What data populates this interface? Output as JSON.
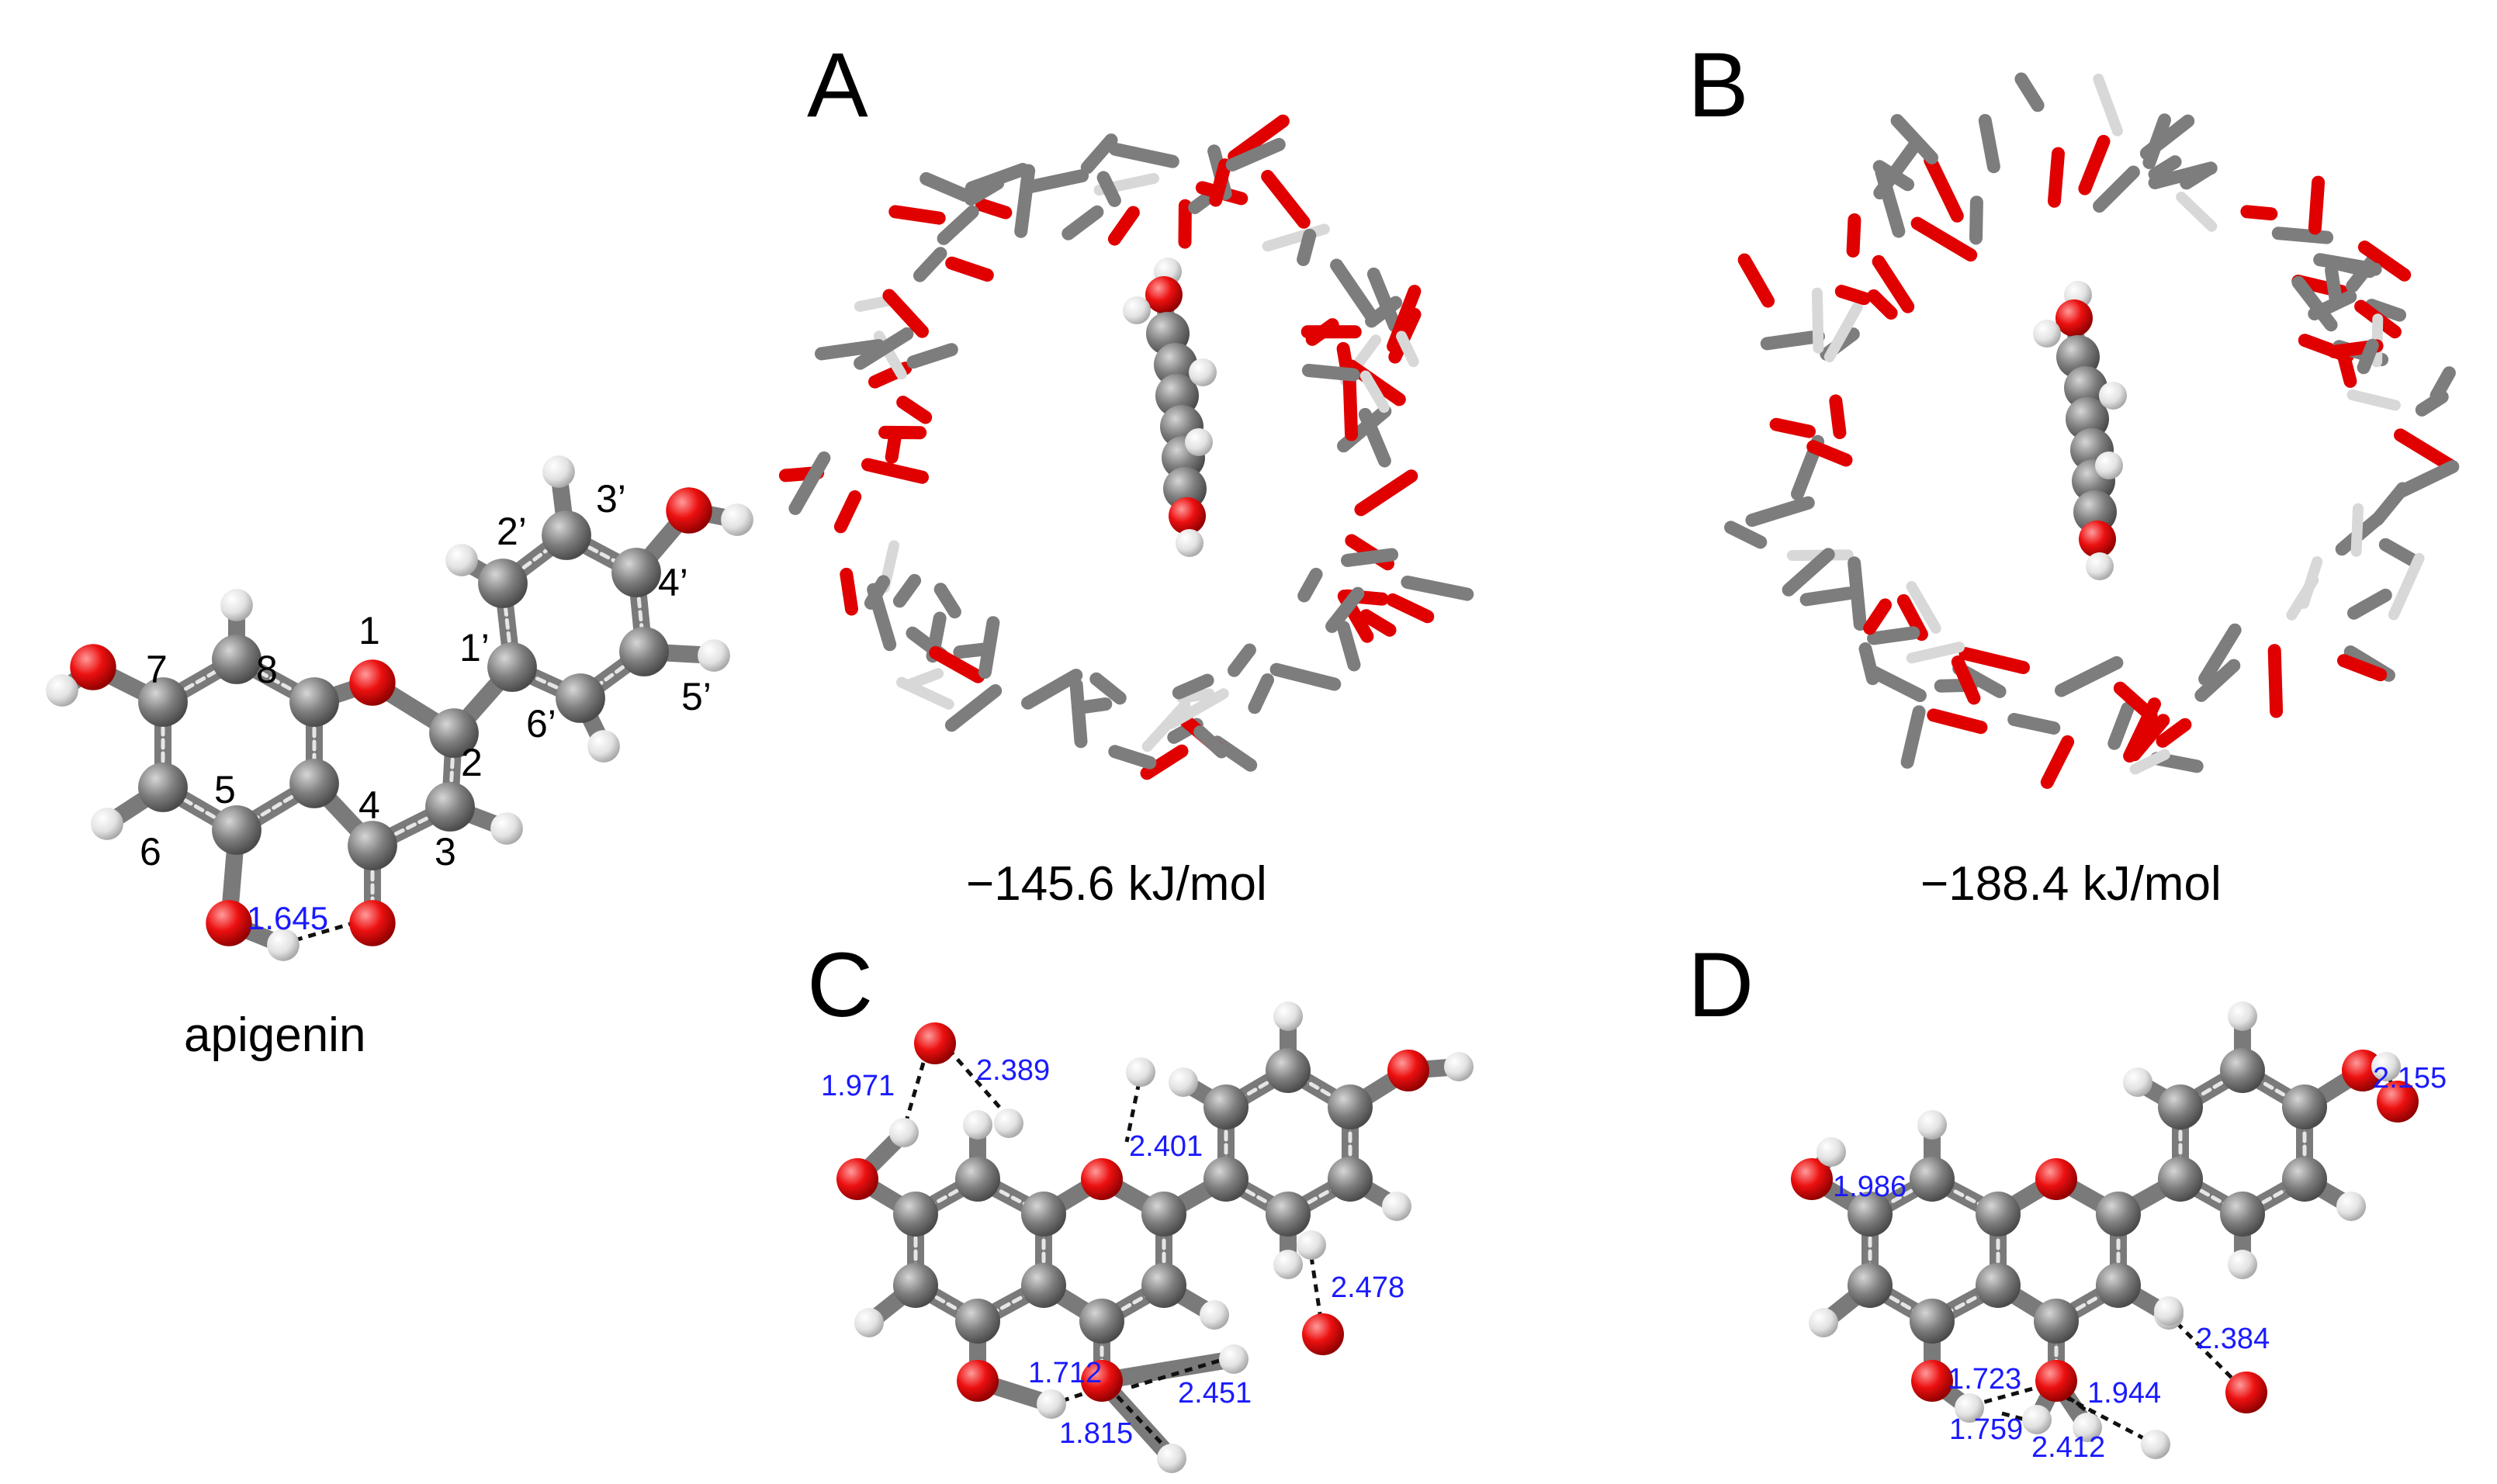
{
  "molecule_name": "apigenin",
  "atom_labels": {
    "n1": "1",
    "n2": "2",
    "n3": "3",
    "n4": "4",
    "n5": "5",
    "n6": "6",
    "n7": "7",
    "n8": "8",
    "n1p": "1’",
    "n2p": "2’",
    "n3p": "3’",
    "n4p": "4’",
    "n5p": "5’",
    "n6p": "6’"
  },
  "apigenin_hbond": "1.645",
  "panels": {
    "A": {
      "letter": "A",
      "energy": "−145.6 kJ/mol"
    },
    "B": {
      "letter": "B",
      "energy": "−188.4 kJ/mol"
    },
    "C": {
      "letter": "C",
      "distances": [
        "1.971",
        "2.389",
        "2.401",
        "2.478",
        "1.712",
        "2.451",
        "1.815"
      ]
    },
    "D": {
      "letter": "D",
      "distances": [
        "1.986",
        "2.155",
        "2.384",
        "1.723",
        "1.944",
        "1.759",
        "2.412"
      ]
    }
  },
  "colors": {
    "carbon": "#8a8a8a",
    "oxygen": "#e00000",
    "hydrogen": "#e8e8e8",
    "distance_text": "#1a1aff"
  }
}
